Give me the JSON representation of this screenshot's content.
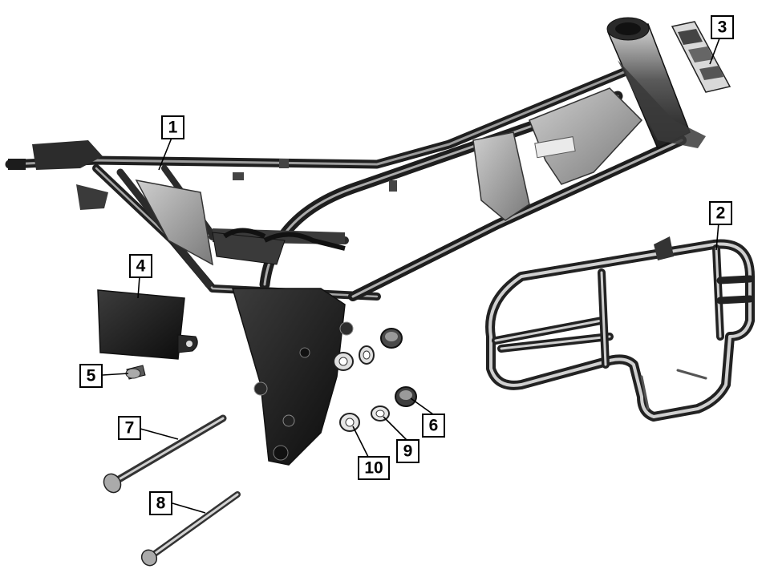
{
  "callouts": [
    {
      "id": "1",
      "label": "1"
    },
    {
      "id": "2",
      "label": "2"
    },
    {
      "id": "3",
      "label": "3"
    },
    {
      "id": "4",
      "label": "4"
    },
    {
      "id": "5",
      "label": "5"
    },
    {
      "id": "6",
      "label": "6"
    },
    {
      "id": "7",
      "label": "7"
    },
    {
      "id": "8",
      "label": "8"
    },
    {
      "id": "9",
      "label": "9"
    },
    {
      "id": "10",
      "label": "10"
    }
  ],
  "colors": {
    "background": "#ffffff",
    "metal_dark": "#2a2a2a",
    "metal_mid": "#6b6b6b",
    "metal_light": "#b8b8b8",
    "chrome": "#9a9a9a",
    "label_border": "#000000"
  }
}
